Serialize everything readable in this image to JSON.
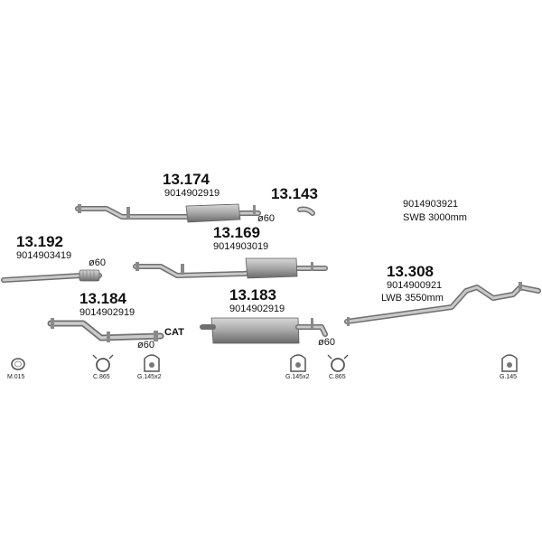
{
  "parts": [
    {
      "code": "13.174",
      "number": "9014902919",
      "diameter": "ø60"
    },
    {
      "code": "13.143"
    },
    {
      "code": "13.192",
      "number": "9014903419",
      "diameter": "ø60"
    },
    {
      "code": "13.169",
      "number": "9014903019"
    },
    {
      "code": "13.184",
      "number": "9014902919",
      "diameter": "ø60",
      "tag": "CAT"
    },
    {
      "code": "13.183",
      "number": "9014902919",
      "diameter": "ø60"
    },
    {
      "code": "13.308",
      "number": "9014900921",
      "note": "LWB 3550mm"
    }
  ],
  "note_top_right": {
    "number": "9014903921",
    "note": "SWB 3000mm"
  },
  "accessories": [
    {
      "label": "M.015",
      "icon": "ring-gasket-icon"
    },
    {
      "label": "C.865",
      "icon": "clamp-icon"
    },
    {
      "label": "G.145x2",
      "icon": "rubber-hanger-icon"
    },
    {
      "label": "G.145x2",
      "icon": "rubber-hanger-icon"
    },
    {
      "label": "C.865",
      "icon": "clamp-icon"
    },
    {
      "label": "G.145",
      "icon": "rubber-hanger-icon"
    }
  ],
  "colors": {
    "pipe": "#a9a9a9",
    "pipe_edge": "#7a7a7a",
    "muffler": "#9a9a9a",
    "text": "#111111"
  }
}
